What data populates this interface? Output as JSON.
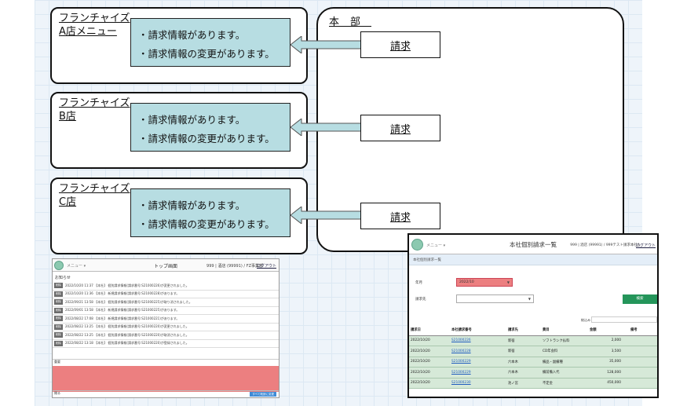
{
  "franchises": [
    {
      "title_line1": "フランチャイズ",
      "title_line2": "A店メニュー",
      "messages": [
        "・請求情報があります。",
        "・請求情報の変更があります。"
      ]
    },
    {
      "title_line1": "フランチャイズ",
      "title_line2": "B店",
      "messages": [
        "・請求情報があります。",
        "・請求情報の変更があります。"
      ]
    },
    {
      "title_line1": "フランチャイズ",
      "title_line2": "C店",
      "messages": [
        "・請求情報があります。",
        "・請求情報の変更があります。"
      ]
    }
  ],
  "headquarters": {
    "title": "本部",
    "request_buttons": [
      "請求",
      "請求",
      "請求"
    ]
  },
  "screenshot_top": {
    "menu": "メニュー ▾",
    "title": "トップ画面",
    "user": "999 | 酒店 (99991) / FZ事業部",
    "logout": "ログアウト",
    "section": "お知らせ",
    "rows": [
      {
        "tag": "削除",
        "text": "2022/10/20 11:37 【本社】 個別請求情報(請求番号:S21000226)が変更されました。"
      },
      {
        "tag": "削除",
        "text": "2022/10/20 11:36 【本社】 新規請求情報(請求番号:S21000228)があります。"
      },
      {
        "tag": "削除",
        "text": "2022/09/21 13:58 【本社】 個別請求情報(請求番号:S21000225)が取り消されました。"
      },
      {
        "tag": "削除",
        "text": "2022/09/01 13:58 【本社】 新規請求情報(請求番号:S21000225)があります。"
      },
      {
        "tag": "削除",
        "text": "2022/08/22 17:08 【本社】 新規請求情報(請求番号:S21000221)があります。"
      },
      {
        "tag": "削除",
        "text": "2022/08/22 13:25 【本社】 個別請求情報(請求番号:S21000220)が変更されました。"
      },
      {
        "tag": "削除",
        "text": "2022/08/22 13:25 【本社】 個別請求情報(請求番号:S21000220)が取消されました。"
      },
      {
        "tag": "削除",
        "text": "2022/08/22 13:18 【本社】 個別請求情報(請求番号:S21000220)が登録されました。"
      }
    ],
    "notice_head": "重要",
    "footer_left": "閉る",
    "footer_button": "すべて既読に変更"
  },
  "screenshot_list": {
    "menu": "メニュー ▾",
    "title": "本社個別請求一覧",
    "user": "999 | 酒店 (99991) / 999テスト請求本社A",
    "logout": "ログアウト",
    "subheader": "本社個別請求一覧",
    "label_month": "年月",
    "month_value": "2022/10",
    "label_dest": "請求先",
    "search_button": "検索",
    "sort_label": "絞込み",
    "columns": [
      "請求日",
      "本社請求番号",
      "請求先",
      "費目",
      "金額",
      "備考"
    ],
    "rows": [
      [
        "2022/10/20",
        "S21000226",
        "新宿",
        "ソフトランク払料",
        "2,000",
        ""
      ],
      [
        "2022/10/20",
        "S21000228",
        "新宿",
        "CD年会料",
        "3,500",
        ""
      ],
      [
        "2022/10/20",
        "S21000229",
        "六本木",
        "備品・副備種",
        "35,000",
        ""
      ],
      [
        "2022/10/20",
        "S21000229",
        "六本木",
        "備前備入代",
        "128,000",
        ""
      ],
      [
        "2022/10/20",
        "S21000230",
        "池ノ宮",
        "不定金",
        "450,000",
        ""
      ]
    ]
  },
  "colors": {
    "message_box": "#b7dde2",
    "alert_red": "#ec7f80",
    "search_green": "#24955a",
    "row_green": "#d6e9d8"
  }
}
